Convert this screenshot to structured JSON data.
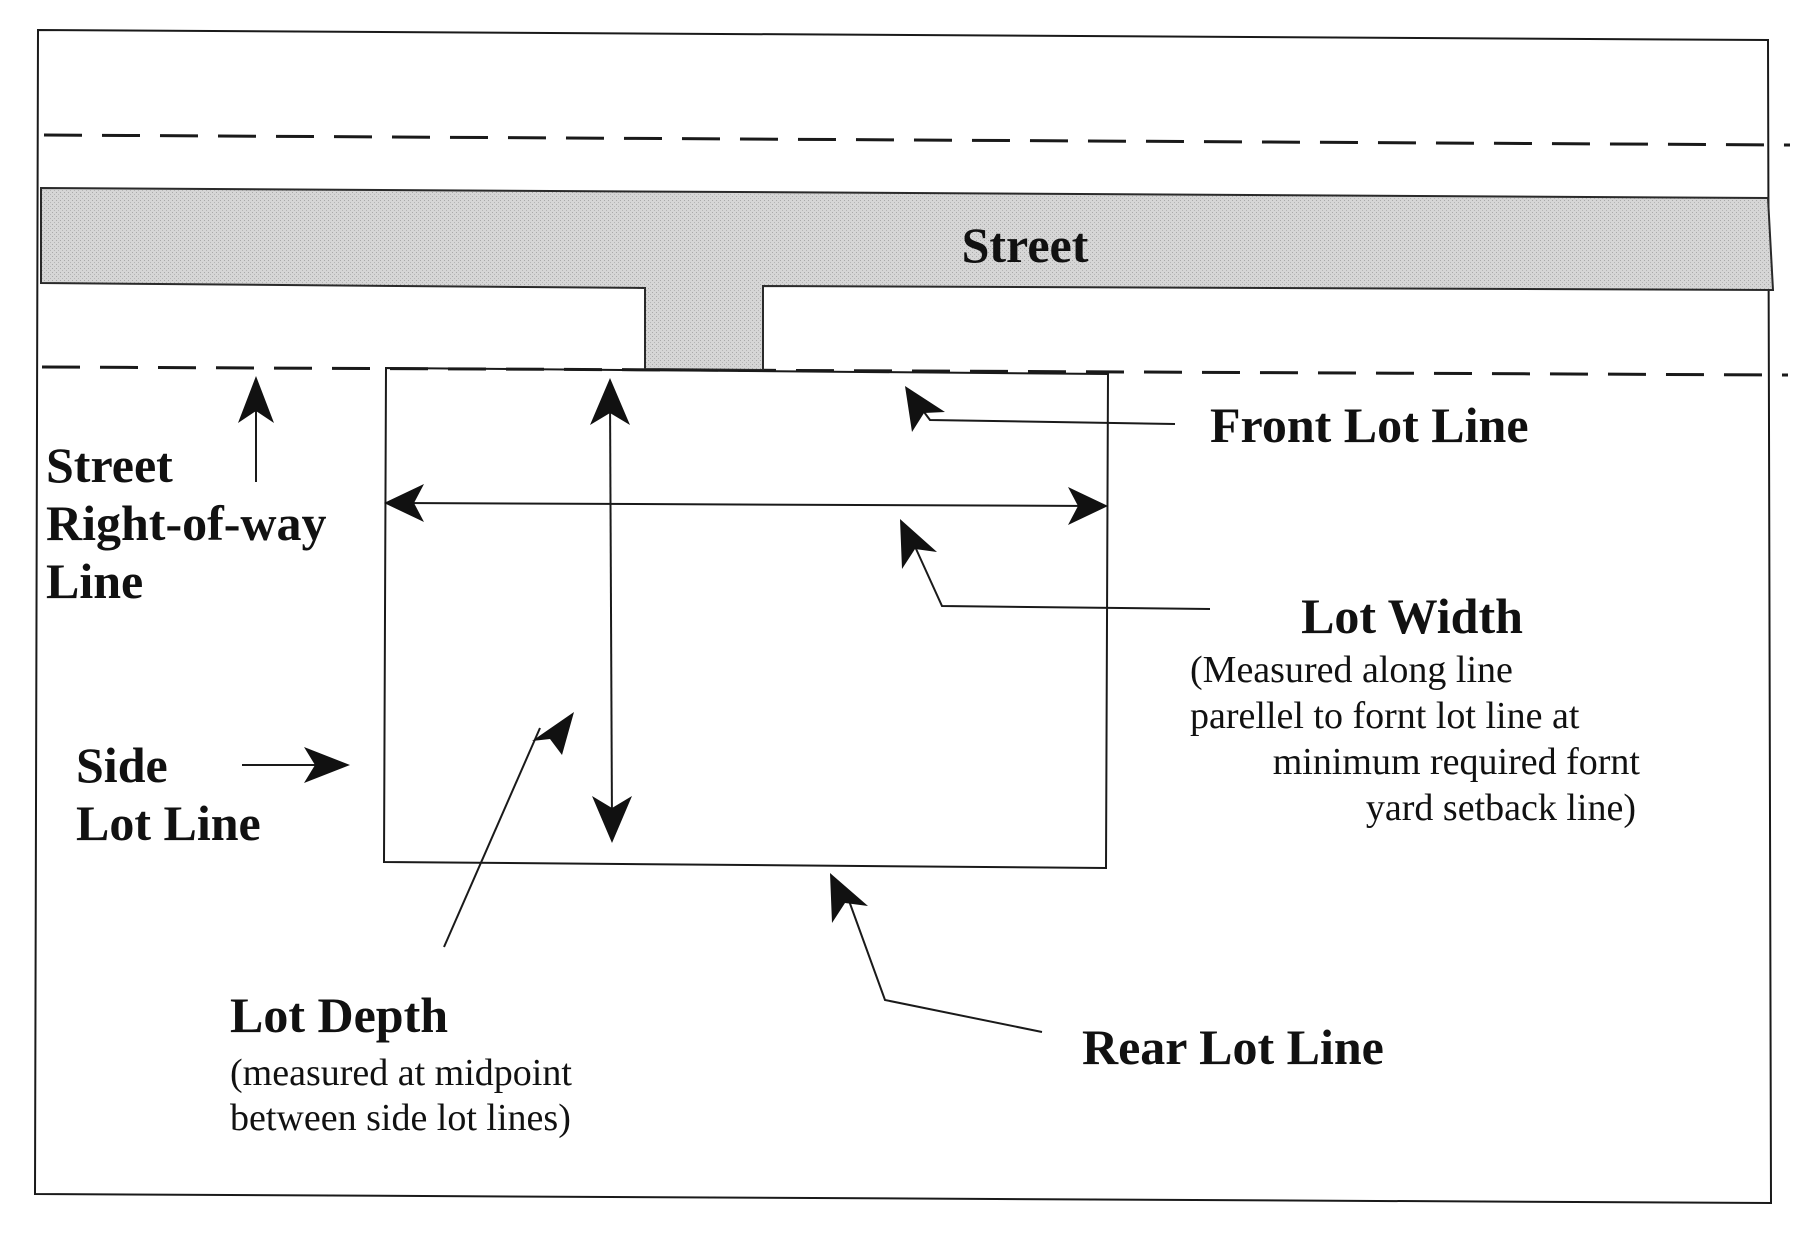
{
  "labels": {
    "street": "Street",
    "front_lot_line": "Front Lot Line",
    "street_row_line": [
      "Street",
      "Right-of-way",
      "Line"
    ],
    "lot_width": {
      "title": "Lot Width",
      "note": [
        "(Measured along line",
        "parellel to fornt lot line at",
        "minimum required fornt",
        "yard setback line)"
      ]
    },
    "side_lot_line": [
      "Side",
      "Lot Line"
    ],
    "lot_depth": {
      "title": "Lot Depth",
      "note": [
        "(measured at midpoint",
        "between side lot lines)"
      ]
    },
    "rear_lot_line": "Rear Lot Line"
  },
  "colors": {
    "street_fill": "#d4d4d4",
    "ink": "#111111"
  }
}
